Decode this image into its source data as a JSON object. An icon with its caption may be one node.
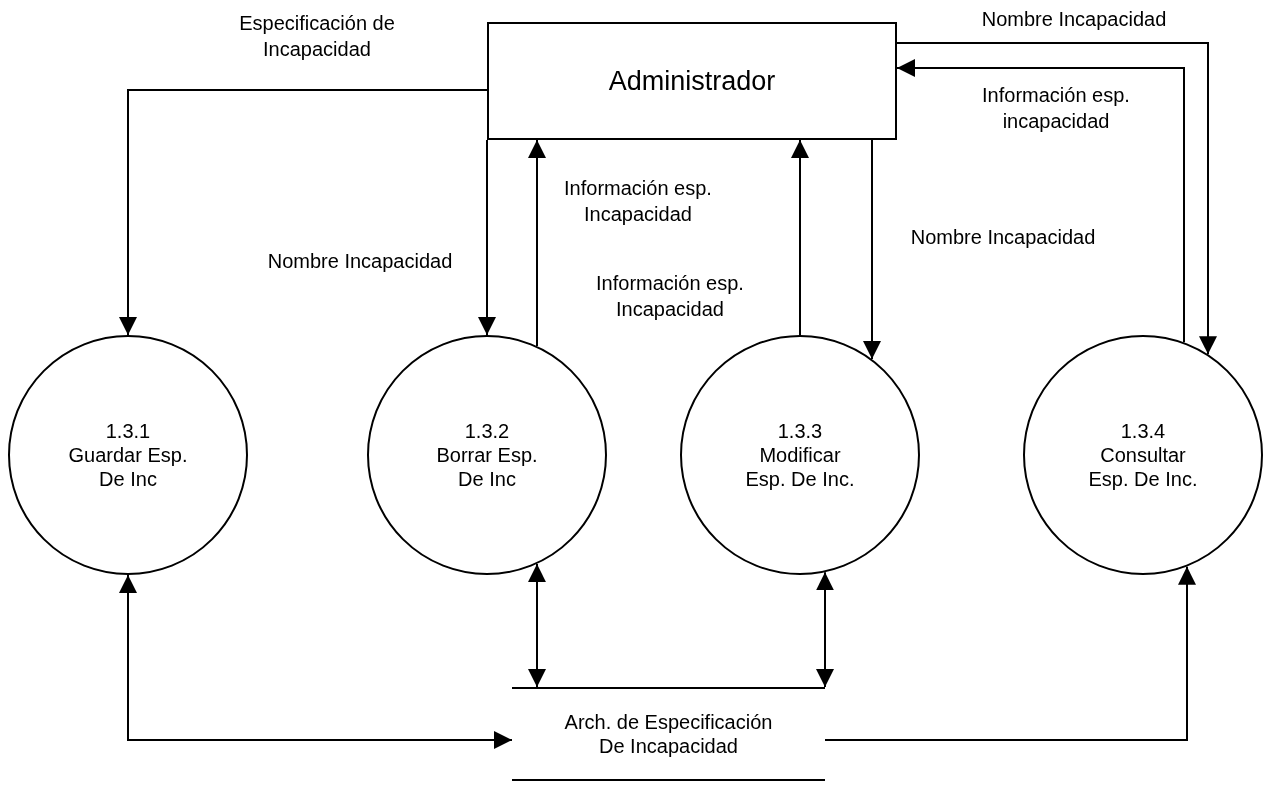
{
  "diagram": {
    "nodes": [
      {
        "text": [
          "Administrador"
        ]
      },
      {
        "text": [
          "1.3.1",
          "Guardar Esp. De Inc"
        ]
      },
      {
        "text": [
          "1.3.2",
          "Borrar Esp. De Inc"
        ]
      },
      {
        "text": [
          "1.3.3",
          "Modificar Esp. De Inc."
        ]
      },
      {
        "text": [
          "1.3.4",
          "Consultar Esp. De Inc."
        ]
      },
      {
        "text": [
          "Arch. de Especificación De Incapacidad"
        ]
      }
    ],
    "edges": [
      {
        "from": 0,
        "to": 1,
        "arrow": "to",
        "label": "Especificación de Incapacidad"
      },
      {
        "from": 0,
        "to": 2,
        "arrow": "to",
        "label": "Nombre Incapacidad"
      },
      {
        "from": 2,
        "to": 0,
        "arrow": "to",
        "label": "Información esp. Incapacidad"
      },
      {
        "from": 3,
        "to": 0,
        "arrow": "to",
        "label": "Información esp. Incapacidad"
      },
      {
        "from": 0,
        "to": 3,
        "arrow": "to",
        "label": "Nombre Incapacidad"
      },
      {
        "from": 0,
        "to": 4,
        "arrow": "to",
        "label": "Nombre Incapacidad"
      },
      {
        "from": 4,
        "to": 0,
        "arrow": "to",
        "label": "Información esp. incapacidad"
      },
      {
        "from": 1,
        "to": 5,
        "arrow": "both"
      },
      {
        "from": 2,
        "to": 5,
        "arrow": "both"
      },
      {
        "from": 3,
        "to": 5,
        "arrow": "both"
      },
      {
        "from": 5,
        "to": 4,
        "arrow": "to"
      }
    ]
  }
}
